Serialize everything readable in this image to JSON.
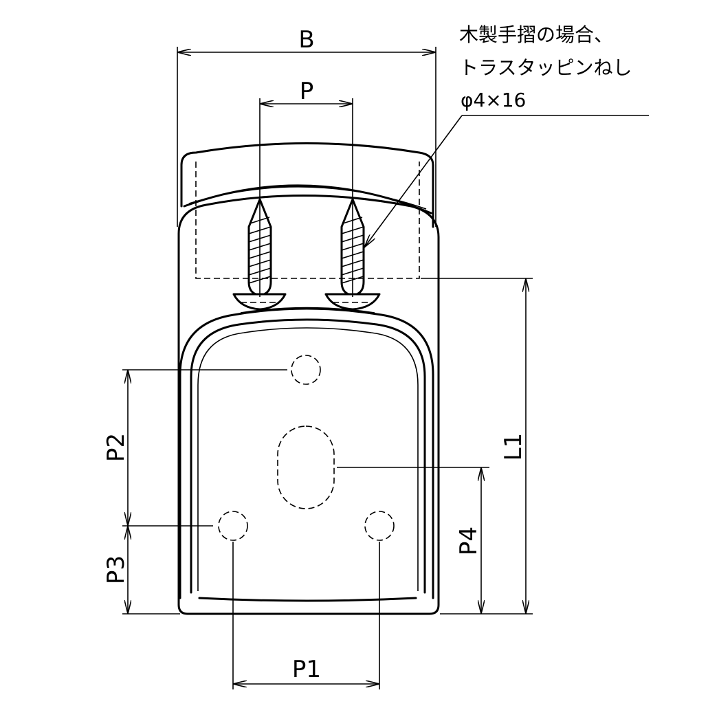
{
  "note": {
    "line1": "木製手摺の場合、",
    "line2": "トラスタッピンねし",
    "line3": "φ4×16"
  },
  "dimensions": {
    "B": "B",
    "P": "P",
    "P1": "P1",
    "P2": "P2",
    "P3": "P3",
    "P4": "P4",
    "L1": "L1"
  }
}
